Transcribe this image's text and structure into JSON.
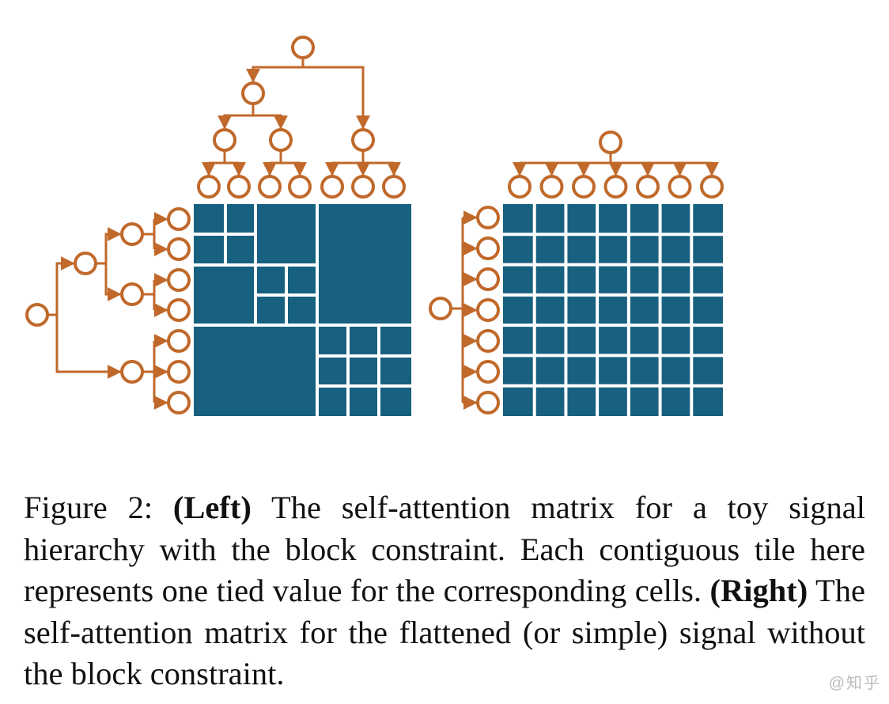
{
  "colors": {
    "tree": "#c0692b",
    "matrix": "#17607f",
    "grid_line": "#ffffff",
    "caption_text": "#111111"
  },
  "left_diagram": {
    "name": "hierarchical-block-matrix",
    "leaf_count": 7,
    "hierarchy": [
      [
        0,
        1
      ],
      [
        2,
        3
      ],
      [
        4,
        5,
        6
      ]
    ],
    "top_groups": [
      [
        0,
        1
      ],
      [
        2
      ]
    ]
  },
  "right_diagram": {
    "name": "flat-matrix",
    "leaf_count": 7
  },
  "caption": {
    "figure_label": "Figure 2:",
    "left_tag": "(Left)",
    "left_text": "The self-attention matrix for a toy signal hierarchy with the block constraint. Each contiguous tile here represents one tied value for the corresponding cells.",
    "right_tag": "(Right)",
    "right_text": "The self-attention matrix for the flattened (or simple) signal without the block constraint."
  },
  "watermark": "@知乎"
}
